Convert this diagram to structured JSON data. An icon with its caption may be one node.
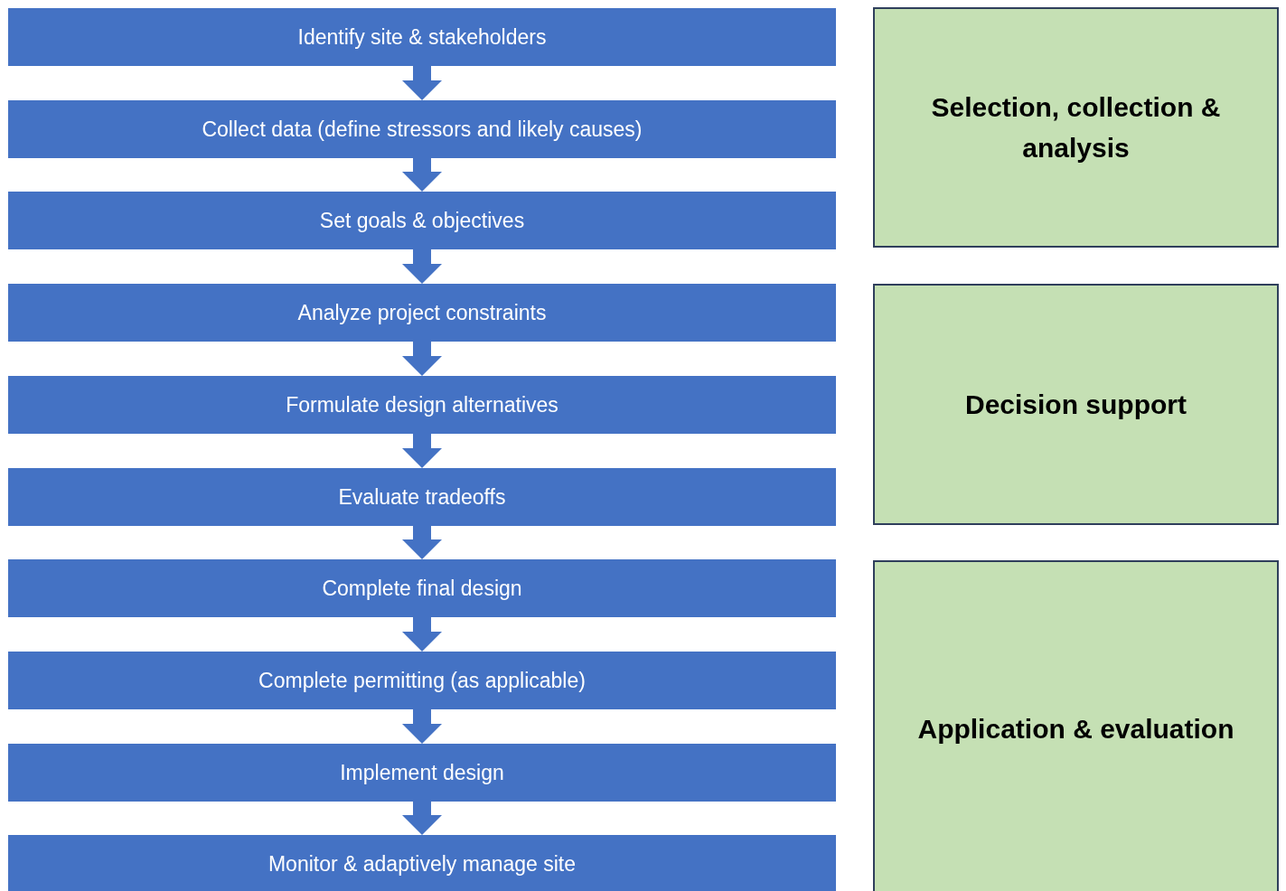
{
  "diagram": {
    "nodes": [
      {
        "text": [
          "Identify site & stakeholders"
        ]
      },
      {
        "text": [
          "Collect data (define stressors and likely causes)"
        ]
      },
      {
        "text": [
          "Set goals & objectives"
        ]
      },
      {
        "text": [
          "Analyze project constraints"
        ]
      },
      {
        "text": [
          "Formulate design alternatives"
        ]
      },
      {
        "text": [
          "Evaluate tradeoffs"
        ]
      },
      {
        "text": [
          "Complete final design"
        ]
      },
      {
        "text": [
          "Complete permitting (as applicable)"
        ]
      },
      {
        "text": [
          "Implement design"
        ]
      },
      {
        "text": [
          "Monitor & adaptively manage site"
        ]
      },
      {
        "text": [
          "Selection, collection & analysis"
        ]
      },
      {
        "text": [
          "Decision support"
        ]
      },
      {
        "text": [
          "Application & evaluation"
        ]
      }
    ],
    "edges": [
      {
        "from": 0,
        "to": 1,
        "arrow": "to"
      },
      {
        "from": 1,
        "to": 2,
        "arrow": "to"
      },
      {
        "from": 2,
        "to": 3,
        "arrow": "to"
      },
      {
        "from": 3,
        "to": 4,
        "arrow": "to"
      },
      {
        "from": 4,
        "to": 5,
        "arrow": "to"
      },
      {
        "from": 5,
        "to": 6,
        "arrow": "to"
      },
      {
        "from": 6,
        "to": 7,
        "arrow": "to"
      },
      {
        "from": 7,
        "to": 8,
        "arrow": "to"
      },
      {
        "from": 8,
        "to": 9,
        "arrow": "to"
      }
    ]
  }
}
